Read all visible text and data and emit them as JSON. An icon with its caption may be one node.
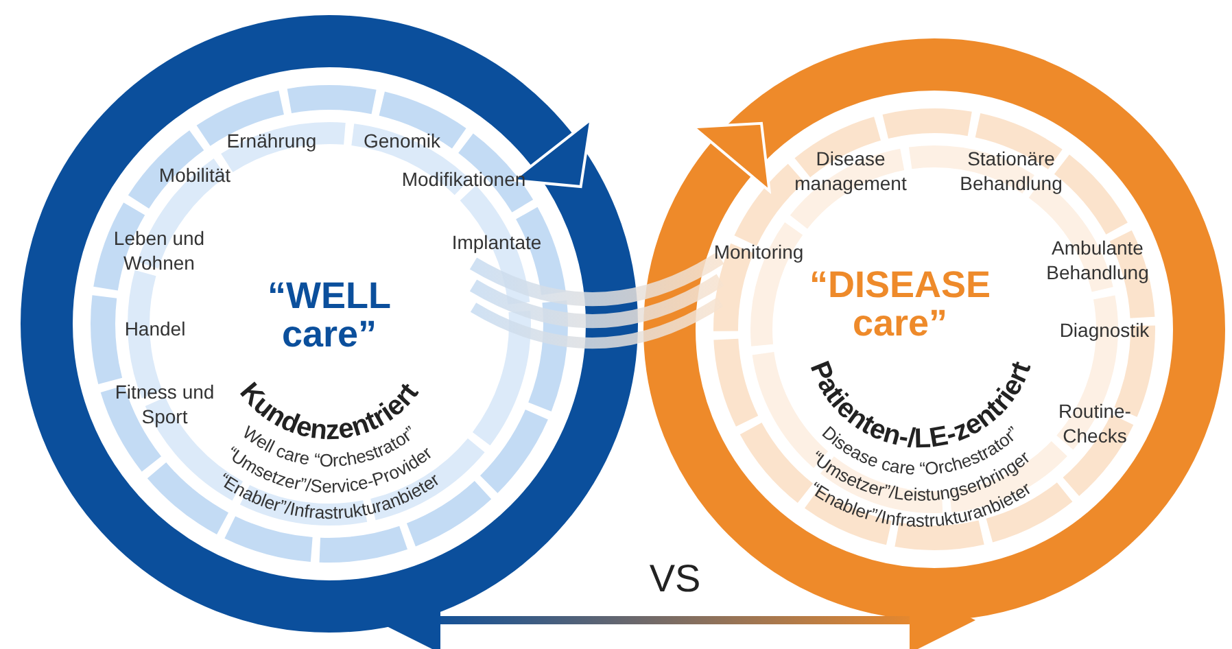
{
  "diagram": {
    "nodes": [
      {
        "text": [
          "“WELL care”",
          "Kundenzentriert"
        ]
      },
      {
        "text": [
          "“DISEASE care”",
          "Patienten-/LE-zentriert"
        ]
      }
    ],
    "edges": [
      {
        "from": 0,
        "to": 1,
        "arrow": "both",
        "label": "VS"
      }
    ],
    "labels": [
      "Ernährung",
      "Genomik",
      "Mobilität",
      "Modifikationen",
      "Leben und Wohnen",
      "Implantate",
      "Handel",
      "Fitness und Sport",
      "Well care “Orchestrator”",
      "“Umsetzer”/Service-Provider",
      "“Enabler”/Infrastrukturanbieter",
      "Disease management",
      "Stationäre Behandlung",
      "Monitoring",
      "Ambulante Behandlung",
      "Diagnostik",
      "Routine-Checks",
      "Disease care “Orchestrator”",
      "“Umsetzer”/Leistungserbringer",
      "“Enabler”/Infrastrukturanbieter"
    ]
  }
}
